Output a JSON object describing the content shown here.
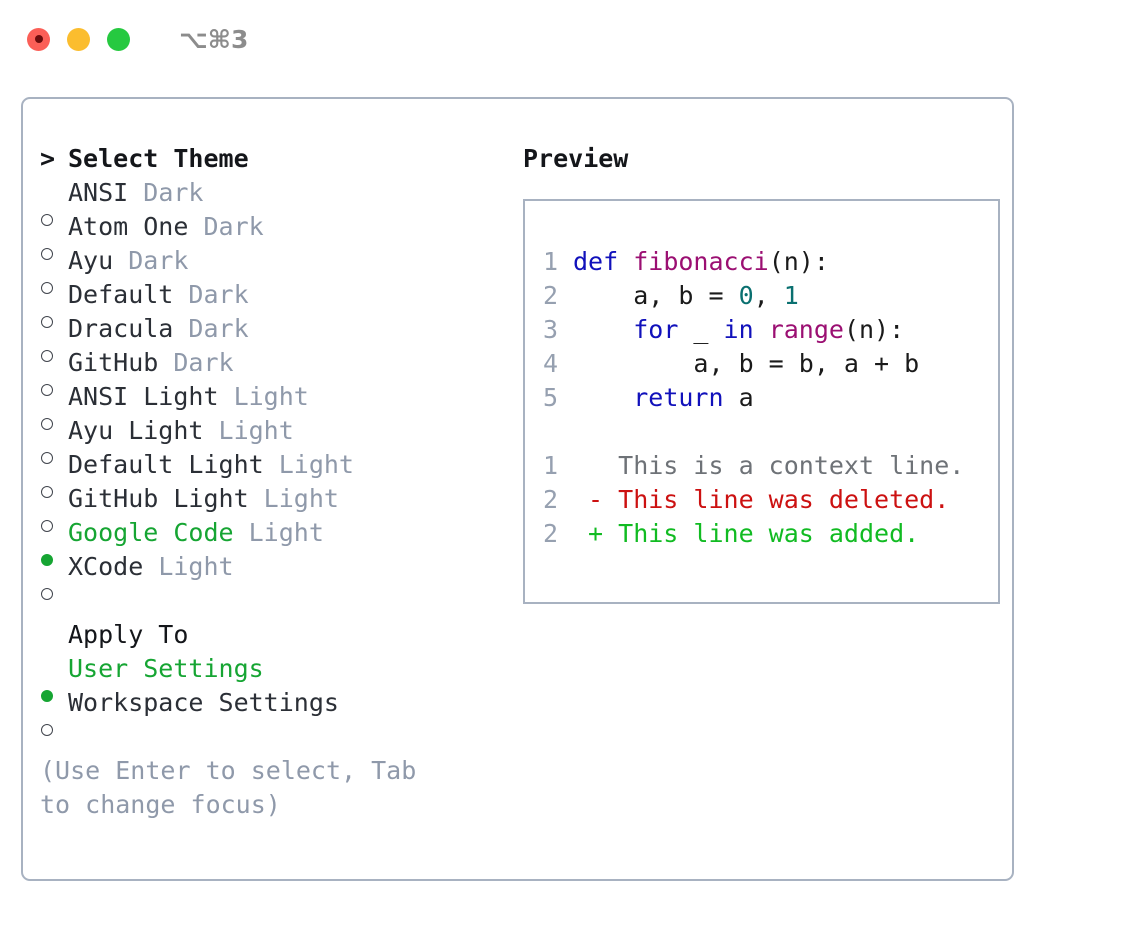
{
  "titlebar": {
    "lights": [
      "close-red",
      "minimize-yellow",
      "maximize-green"
    ],
    "shortcut": "⌥⌘3"
  },
  "theme_picker": {
    "header": "Select Theme",
    "prompt": ">",
    "marker_selected": "●",
    "marker_unselected": "○",
    "accent_color": "#16a533",
    "tag_color": "#8f99aa",
    "options": [
      {
        "name": "ANSI",
        "tag": "Dark",
        "selected": false
      },
      {
        "name": "Atom One",
        "tag": "Dark",
        "selected": false
      },
      {
        "name": "Ayu",
        "tag": "Dark",
        "selected": false
      },
      {
        "name": "Default",
        "tag": "Dark",
        "selected": false
      },
      {
        "name": "Dracula",
        "tag": "Dark",
        "selected": false
      },
      {
        "name": "GitHub",
        "tag": "Dark",
        "selected": false
      },
      {
        "name": "ANSI Light",
        "tag": "Light",
        "selected": false
      },
      {
        "name": "Ayu Light",
        "tag": "Light",
        "selected": false
      },
      {
        "name": "Default Light",
        "tag": "Light",
        "selected": false
      },
      {
        "name": "GitHub Light",
        "tag": "Light",
        "selected": false
      },
      {
        "name": "Google Code",
        "tag": "Light",
        "selected": true
      },
      {
        "name": "XCode",
        "tag": "Light",
        "selected": false
      }
    ]
  },
  "apply_to": {
    "label": "Apply To",
    "options": [
      {
        "name": "User Settings",
        "selected": true
      },
      {
        "name": "Workspace Settings",
        "selected": false
      }
    ]
  },
  "hint": "(Use Enter to select, Tab to change focus)",
  "preview": {
    "title": "Preview",
    "code": [
      {
        "lno": "1",
        "tokens": [
          {
            "t": "def ",
            "c": "kw"
          },
          {
            "t": "fibonacci",
            "c": "fn"
          },
          {
            "t": "(n):",
            "c": "plain"
          }
        ]
      },
      {
        "lno": "2",
        "tokens": [
          {
            "t": "    a, b = ",
            "c": "plain"
          },
          {
            "t": "0",
            "c": "num"
          },
          {
            "t": ", ",
            "c": "plain"
          },
          {
            "t": "1",
            "c": "num"
          }
        ]
      },
      {
        "lno": "3",
        "tokens": [
          {
            "t": "    ",
            "c": "plain"
          },
          {
            "t": "for",
            "c": "kw"
          },
          {
            "t": " _ ",
            "c": "plain"
          },
          {
            "t": "in ",
            "c": "kw"
          },
          {
            "t": "range",
            "c": "fn"
          },
          {
            "t": "(n):",
            "c": "plain"
          }
        ]
      },
      {
        "lno": "4",
        "tokens": [
          {
            "t": "        a, b = b, a + b",
            "c": "plain"
          }
        ]
      },
      {
        "lno": "5",
        "tokens": [
          {
            "t": "    ",
            "c": "plain"
          },
          {
            "t": "return",
            "c": "kw"
          },
          {
            "t": " a",
            "c": "plain"
          }
        ]
      }
    ],
    "diff": [
      {
        "lno": "1",
        "tokens": [
          {
            "t": "   This is a context line.",
            "c": "diff-ctx"
          }
        ]
      },
      {
        "lno": "2",
        "tokens": [
          {
            "t": " - This line was deleted.",
            "c": "diff-del"
          }
        ]
      },
      {
        "lno": "2",
        "tokens": [
          {
            "t": " + This line was added.",
            "c": "diff-add"
          }
        ]
      }
    ]
  }
}
